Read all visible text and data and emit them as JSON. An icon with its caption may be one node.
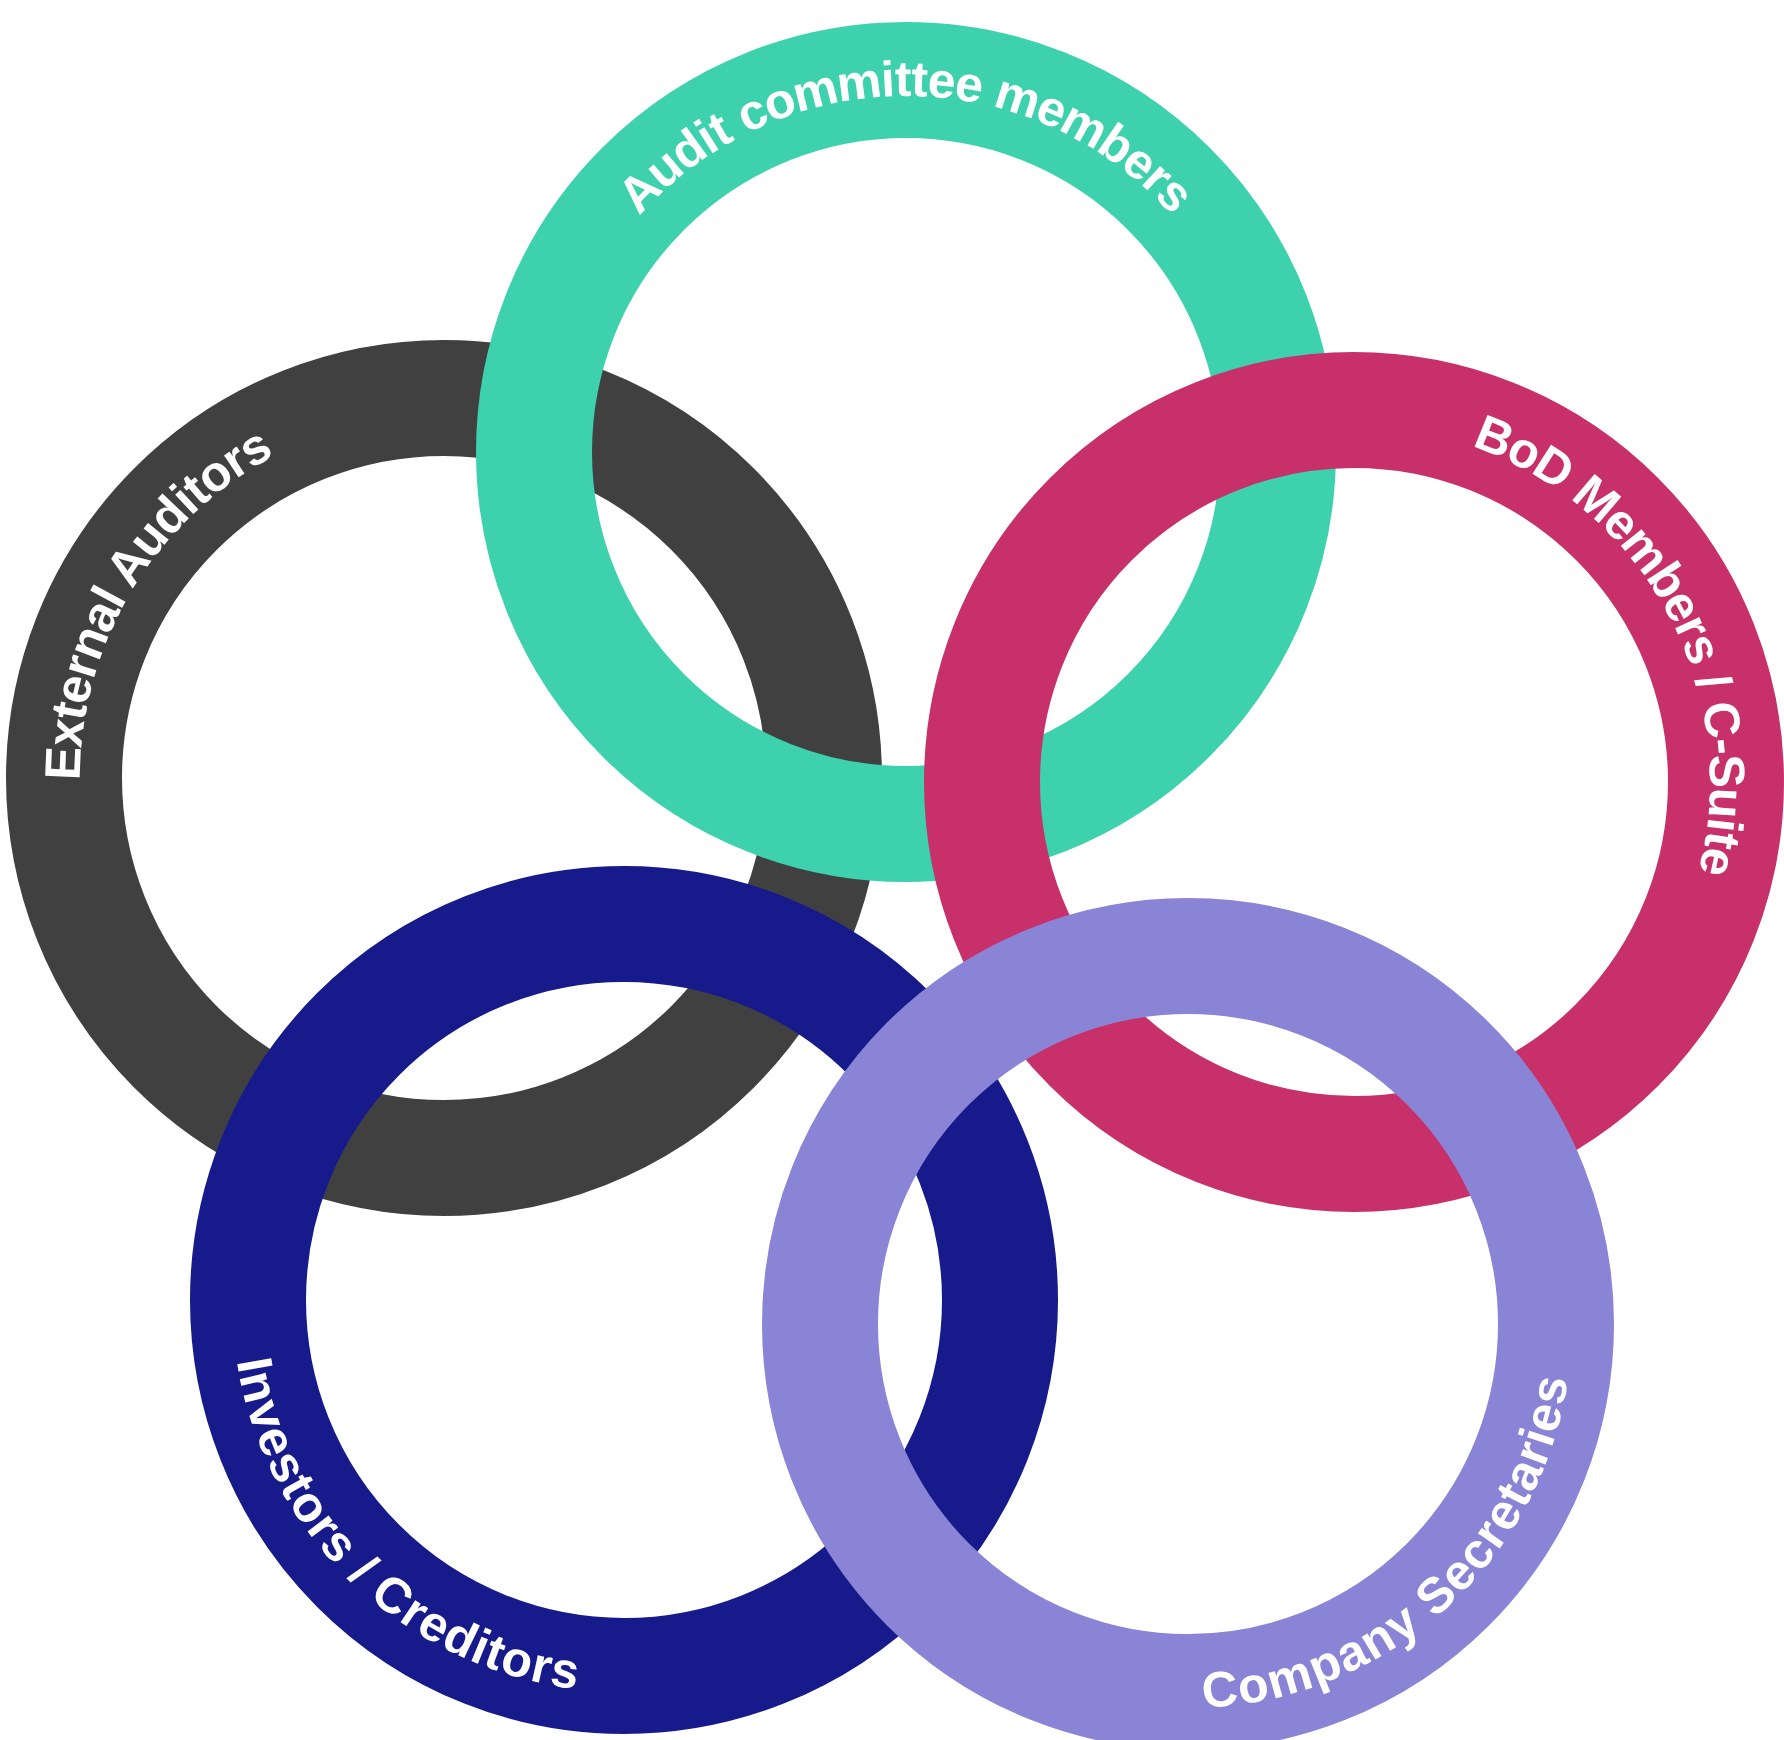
{
  "diagram": {
    "nodes": [
      {
        "text": [
          "External Auditors"
        ]
      },
      {
        "text": [
          "Audit committee members"
        ]
      },
      {
        "text": [
          "BoD Members / C-Suite"
        ]
      },
      {
        "text": [
          "Investors / Creditors"
        ]
      },
      {
        "text": [
          "Company Secretaries"
        ]
      }
    ]
  }
}
